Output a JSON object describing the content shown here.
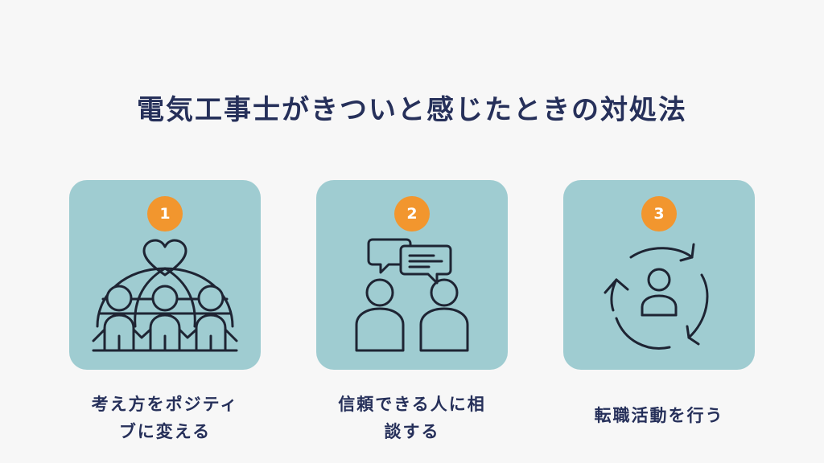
{
  "title": "電気工事士がきついと感じたときの対処法",
  "colors": {
    "background": "#f7f7f7",
    "card": "#9fccd1",
    "badge": "#f2962e",
    "text": "#26305a",
    "icon_stroke": "#1e2433"
  },
  "items": [
    {
      "number": "1",
      "icon": "people-globe-heart-icon",
      "caption_lines": [
        "考え方をポジティ",
        "ブに変える"
      ]
    },
    {
      "number": "2",
      "icon": "two-people-chat-icon",
      "caption_lines": [
        "信頼できる人に相",
        "談する"
      ]
    },
    {
      "number": "3",
      "icon": "person-cycle-arrows-icon",
      "caption_lines": [
        "転職活動を行う"
      ]
    }
  ]
}
